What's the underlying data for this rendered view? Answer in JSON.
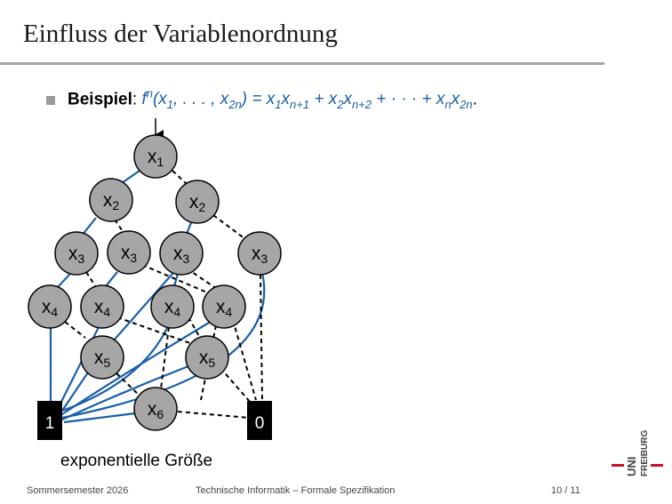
{
  "slide": {
    "title": "Einfluss der Variablenordnung"
  },
  "bullet": {
    "label": "Beispiel",
    "colon": ":",
    "formula": {
      "f": "f",
      "n": "n",
      "args_open": "(x",
      "sub1": "1",
      "args_mid": ", . . . , x",
      "sub2n": "2n",
      "args_close": ") = x",
      "t1a": "1",
      "t1b_pre": "x",
      "t1b": "n+1",
      "plus1": " + x",
      "t2a": "2",
      "t2b_pre": "x",
      "t2b": "n+2",
      "plus2": " + · · · + x",
      "t3a": "n",
      "t3b_pre": "x",
      "t3b": "2n"
    },
    "end": "."
  },
  "bdd": {
    "nodes": [
      {
        "base": "x",
        "sub": "1"
      },
      {
        "base": "x",
        "sub": "2"
      },
      {
        "base": "x",
        "sub": "2"
      },
      {
        "base": "x",
        "sub": "3"
      },
      {
        "base": "x",
        "sub": "3"
      },
      {
        "base": "x",
        "sub": "3"
      },
      {
        "base": "x",
        "sub": "3"
      },
      {
        "base": "x",
        "sub": "4"
      },
      {
        "base": "x",
        "sub": "4"
      },
      {
        "base": "x",
        "sub": "4"
      },
      {
        "base": "x",
        "sub": "4"
      },
      {
        "base": "x",
        "sub": "5"
      },
      {
        "base": "x",
        "sub": "5"
      },
      {
        "base": "x",
        "sub": "6"
      }
    ],
    "terminal_one": "1",
    "terminal_zero": "0",
    "colors": {
      "node_fill": "#a6a6a6",
      "high_edge": "#1a5fa8",
      "low_edge": "#000000",
      "terminal_fill": "#000000"
    }
  },
  "caption": "exponentielle Größe",
  "footer": {
    "semester": "Sommersemester 2026",
    "course": "Technische Informatik – Formale Spezifikation",
    "page": "10 / 11"
  },
  "logo": {
    "uni": "UNI",
    "freiburg": "FREIBURG",
    "color": "#c8102e"
  }
}
